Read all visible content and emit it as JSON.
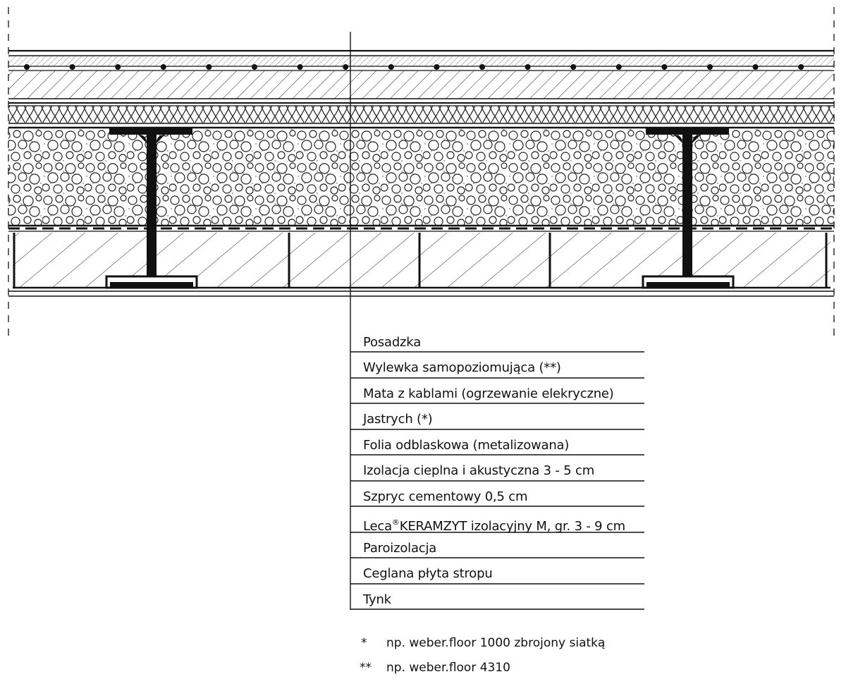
{
  "legend": {
    "layers": [
      {
        "text": "Posadzka"
      },
      {
        "text": "Wylewka samopoziomująca (**)"
      },
      {
        "text": "Mata z kablami (ogrzewanie elekryczne)"
      },
      {
        "text": "Jastrych (*)"
      },
      {
        "text": "Folia odblaskowa (metalizowana)"
      },
      {
        "text": "Izolacja cieplna i akustyczna 3 - 5 cm"
      },
      {
        "text": "Szpryc cementowy 0,5 cm"
      },
      {
        "text": "Leca",
        "sup": "®",
        "rest": "KERAMZYT izolacyjny M, gr. 3 - 9 cm"
      },
      {
        "text": "Paroizolacja"
      },
      {
        "text": "Ceglana płyta stropu"
      },
      {
        "text": "Tynk"
      }
    ]
  },
  "notes": [
    {
      "mark": "*",
      "text": "np. weber.floor 1000 zbrojony siatką"
    },
    {
      "mark": "**",
      "text": "np. weber.floor 4310"
    }
  ]
}
